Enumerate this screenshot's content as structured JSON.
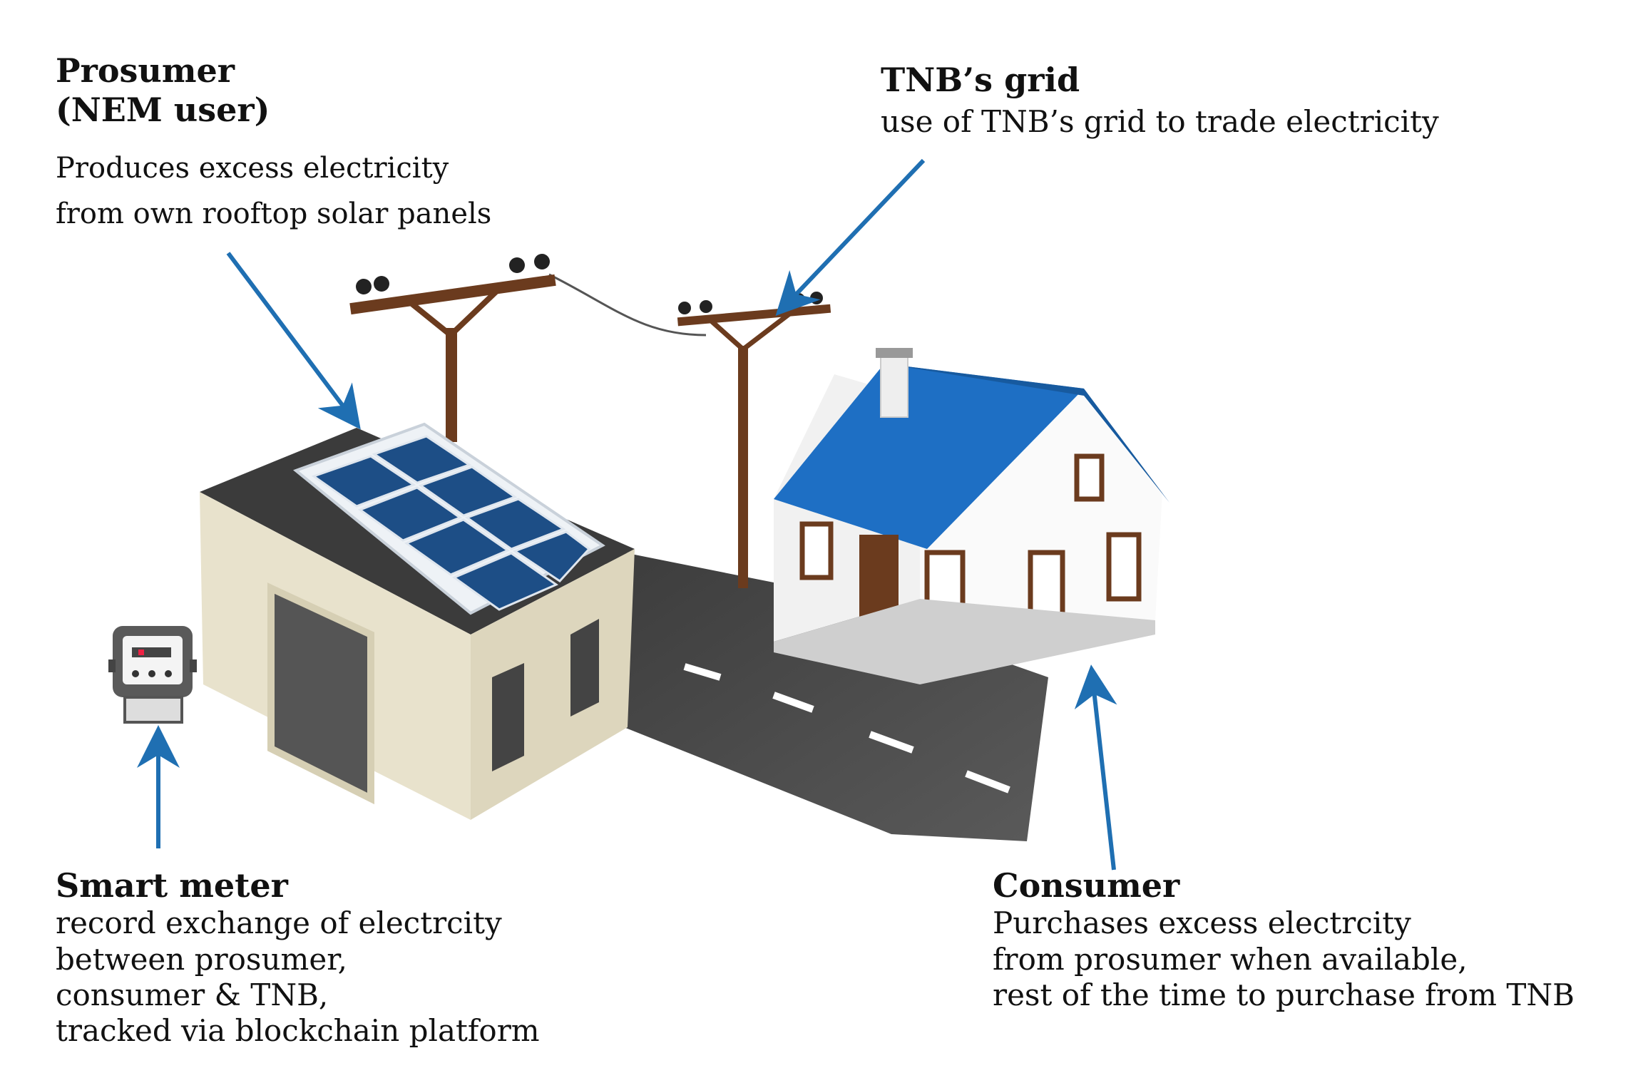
{
  "labels": {
    "prosumer": {
      "title": "Prosumer\n(NEM user)",
      "description": "Produces excess electricity\nfrom own rooftop solar panels"
    },
    "grid": {
      "title": "TNB’s grid",
      "description": "use of TNB’s grid to trade electricity"
    },
    "smart_meter": {
      "title": "Smart meter",
      "description": "record exchange of electrcity\nbetween prosumer,\nconsumer & TNB,\ntracked via blockchain platform"
    },
    "consumer": {
      "title": "Consumer",
      "description": "Purchases excess electrcity\nfrom prosumer when available,\nrest of the time to purchase from TNB"
    }
  },
  "colors": {
    "arrow": "#1f6fb2",
    "roof_blue": "#1e6fc4",
    "solar_panel": "#1d4e86",
    "pole_brown": "#6b3b1e",
    "road": "#4a4a4a",
    "wall_cream": "#e8e2cc"
  },
  "icons": [
    "smart-meter-icon",
    "solar-panel-icon",
    "utility-pole-icon",
    "house-icon",
    "road-icon"
  ]
}
